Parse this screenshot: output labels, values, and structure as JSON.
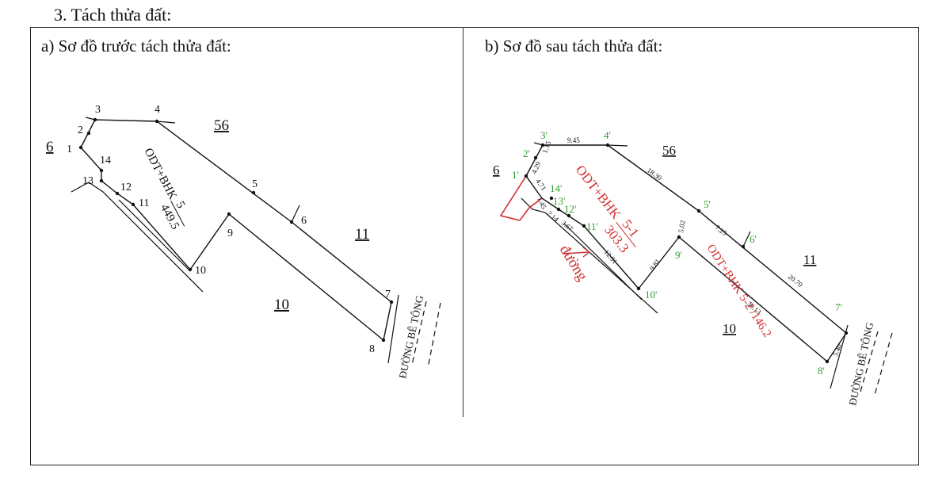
{
  "section_title": "3. Tách thửa đất:",
  "panel_a": {
    "title": "a) Sơ đồ trước tách thửa đất:",
    "points": [
      "1",
      "2",
      "3",
      "4",
      "5",
      "6",
      "7",
      "8",
      "9",
      "10",
      "11",
      "12",
      "13",
      "14"
    ],
    "neighbors": {
      "left": "6",
      "top": "56",
      "right": "11",
      "bottom": "10"
    },
    "parcel_label": "ODT+BHK",
    "parcel_number": "5",
    "parcel_area": "449.5",
    "road_label": "ĐƯỜNG BÊ TÔNG"
  },
  "panel_b": {
    "title": "b) Sơ đồ sau tách thửa đất:",
    "points": [
      "1'",
      "2'",
      "3'",
      "4'",
      "5'",
      "6'",
      "7'",
      "8'",
      "9'",
      "10'",
      "11'",
      "12'",
      "13'",
      "14'"
    ],
    "neighbors": {
      "left": "6",
      "top": "56",
      "right": "11",
      "bottom": "10"
    },
    "dimensions": [
      "9.45",
      "1.15",
      "4.29",
      "4.71",
      "1.45",
      "2.14",
      "3.67",
      "12.91",
      "18.30",
      "9.81",
      "5.02",
      "7.25",
      "20.70",
      "30.13",
      "5.40"
    ],
    "parcel1_label": "ODT+BHK",
    "parcel1_number": "5-1",
    "parcel1_area": "303.3",
    "parcel2_label": "ODT+BHK 5-2 /146.2",
    "road_small_label": "đường",
    "road_label": "ĐƯỜNG BÊ TÔNG"
  },
  "colors": {
    "ink": "#111111",
    "point_label_green": "#2e9e2e",
    "annotation_red": "#d23030"
  }
}
